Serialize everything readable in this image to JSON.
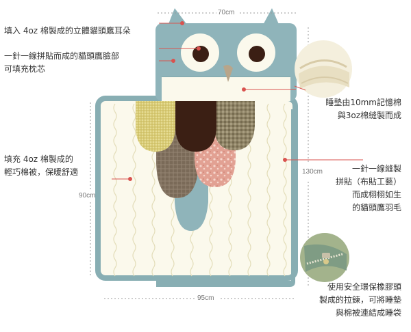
{
  "dimensions": {
    "top_width": "70cm",
    "total_height": "130cm",
    "quilt_height": "90cm",
    "bottom_width": "95cm"
  },
  "annotations": {
    "ears": "填入 4oz 棉製成的立體貓頭鷹耳朵",
    "face_line1": "一針一線拼貼而成的貓頭鷹臉部",
    "face_line2": "可填充枕芯",
    "mattress_line1": "睡墊由10mm記憶棉",
    "mattress_line2": "與3oz棉縫製而成",
    "quilt_line1": "填充 4oz 棉製成的",
    "quilt_line2": "輕巧棉被，保暖舒適",
    "feathers_line1": "一針一線縫製",
    "feathers_line2": "拼貼（布貼工藝）",
    "feathers_line3": "而成栩栩如生",
    "feathers_line4": "的貓頭鷹羽毛",
    "zipper_line1": "使用安全環保橡膠頭",
    "zipper_line2": "製成的拉鍊，可將睡墊",
    "zipper_line3": "與棉被連結成睡袋"
  },
  "colors": {
    "owl_blue": "#8fb4ba",
    "owl_border": "#88aeb3",
    "cream": "#fbf9ec",
    "pointer_red": "#d9534f",
    "eye_brown": "#3b1f14",
    "beak": "#b8a58a"
  }
}
